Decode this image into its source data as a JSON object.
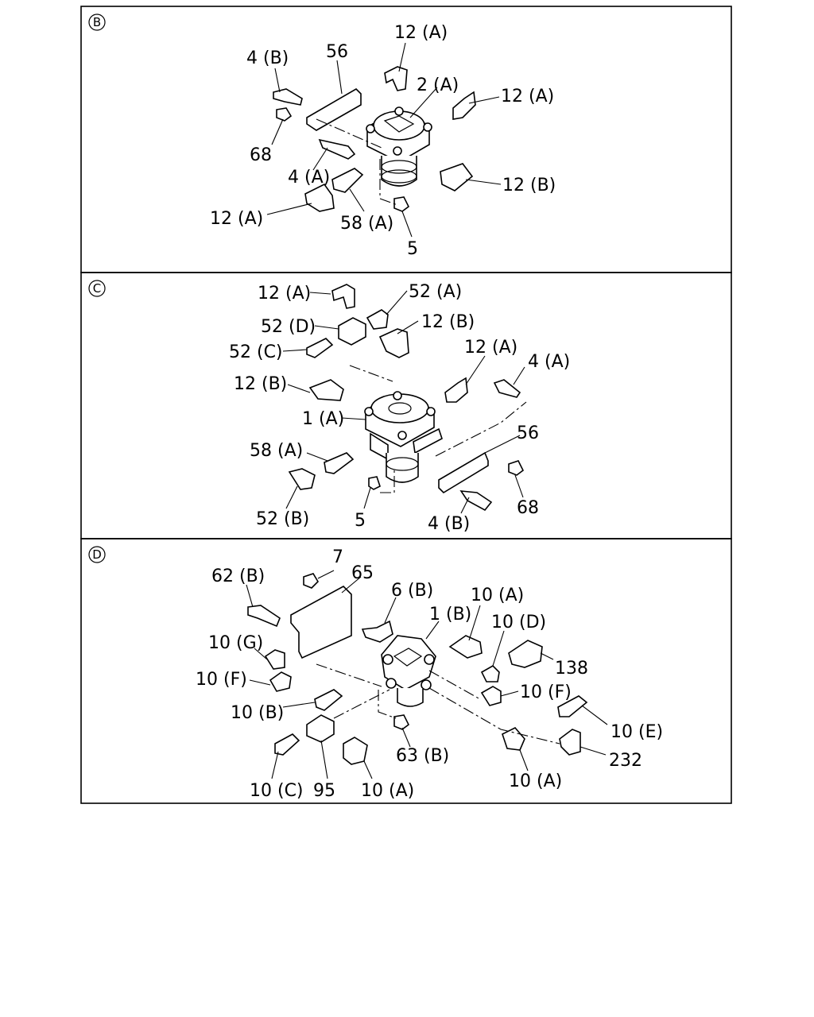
{
  "panels": [
    {
      "marker": "B",
      "labels": [
        "12 (A)",
        "4 (B)",
        "56",
        "2 (A)",
        "12 (A)",
        "68",
        "4 (A)",
        "12 (B)",
        "12 (A)",
        "58 (A)",
        "5"
      ]
    },
    {
      "marker": "C",
      "labels": [
        "12 (A)",
        "52 (A)",
        "52 (D)",
        "12 (B)",
        "52 (C)",
        "12 (A)",
        "4 (A)",
        "12 (B)",
        "1 (A)",
        "56",
        "58 (A)",
        "68",
        "52 (B)",
        "5",
        "4 (B)"
      ]
    },
    {
      "marker": "D",
      "labels": [
        "7",
        "62 (B)",
        "65",
        "6 (B)",
        "10 (A)",
        "1 (B)",
        "10 (D)",
        "10 (G)",
        "138",
        "10 (F)",
        "10 (F)",
        "10 (B)",
        "10 (E)",
        "63 (B)",
        "232",
        "10 (C)",
        "95",
        "10 (A)",
        "10 (A)"
      ]
    }
  ]
}
